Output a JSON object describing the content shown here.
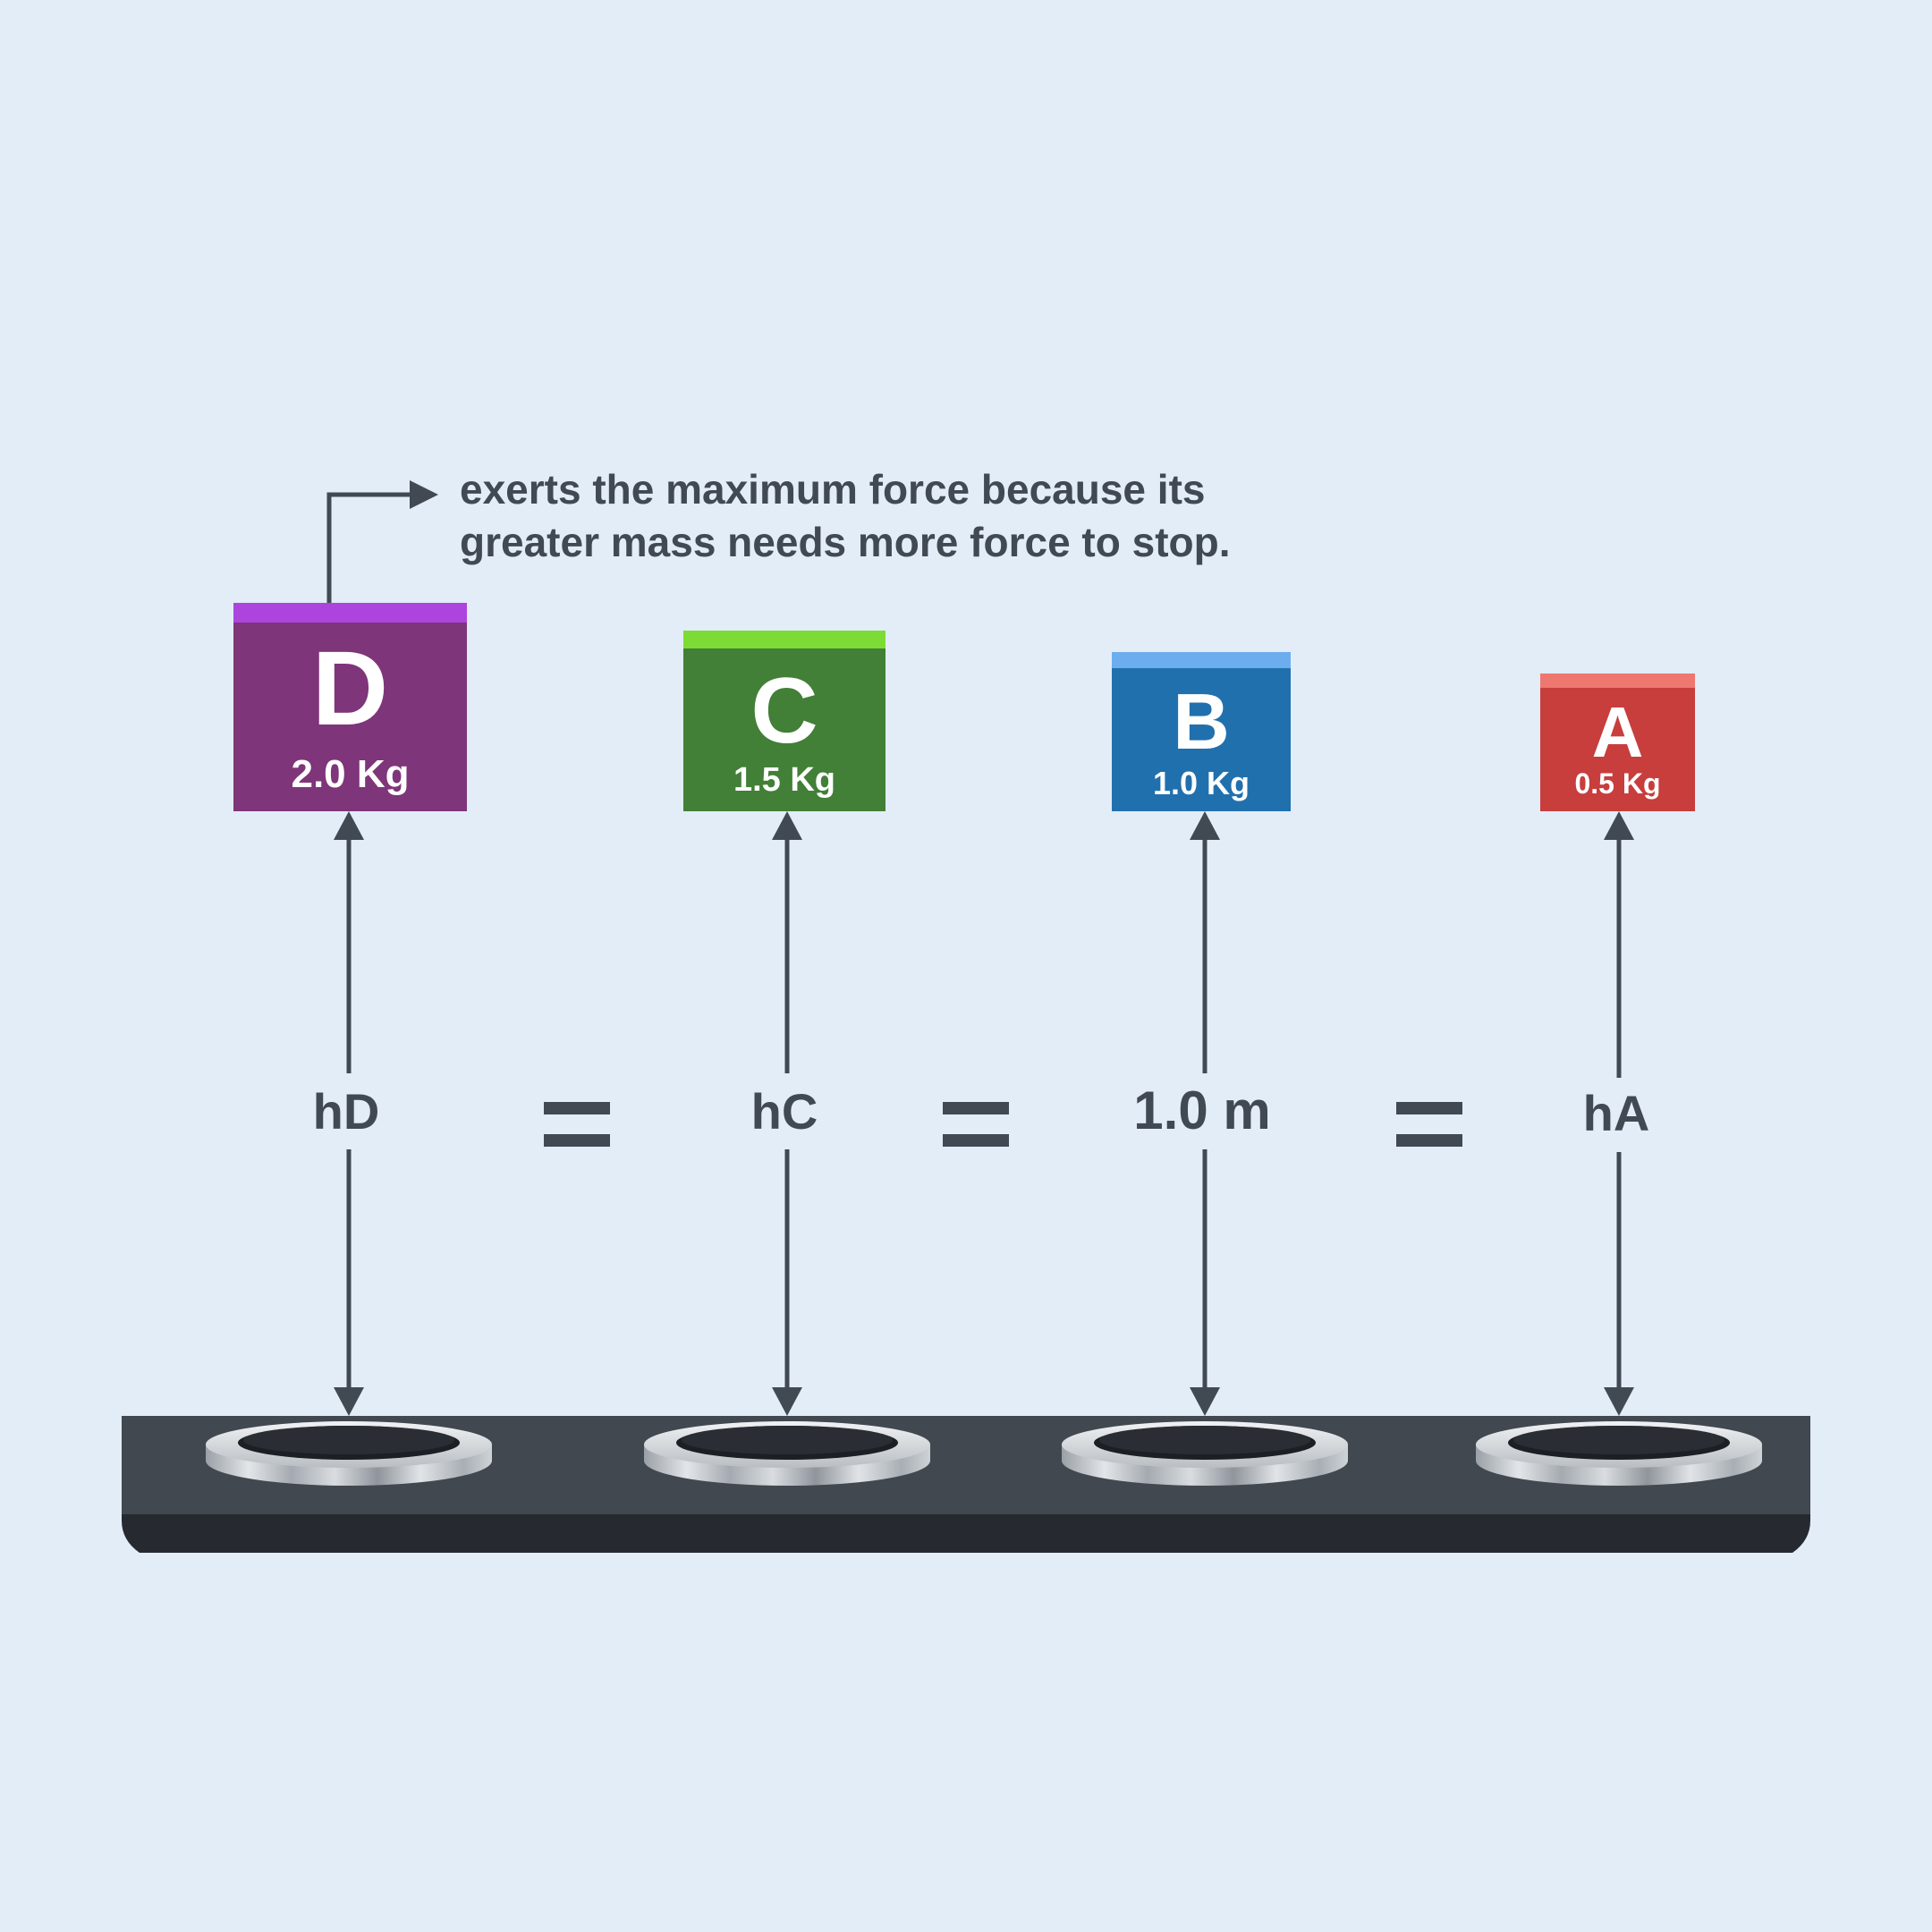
{
  "annotation": {
    "line1": "exerts the maximum force because its",
    "line2": "greater mass needs more force to stop."
  },
  "blocks": [
    {
      "id": "D",
      "letter": "D",
      "mass": "2.0 Kg",
      "height_label": "hD",
      "body_color": "#7e3579",
      "top_color": "#ad44de"
    },
    {
      "id": "C",
      "letter": "C",
      "mass": "1.5 Kg",
      "height_label": "hC",
      "body_color": "#427f37",
      "top_color": "#7cdc35"
    },
    {
      "id": "B",
      "letter": "B",
      "mass": "1.0 Kg",
      "height_label": "1.0 m",
      "body_color": "#2170ae",
      "top_color": "#6caeed"
    },
    {
      "id": "A",
      "letter": "A",
      "mass": "0.5 Kg",
      "height_label": "hA",
      "body_color": "#c73e3d",
      "top_color": "#ee7770"
    }
  ],
  "equals_sign": "=",
  "colors": {
    "background": "#e2edf8",
    "ink": "#414a53",
    "platform_top": "#414850",
    "platform_bottom": "#262a30",
    "plate_ring": "#c7ccd1",
    "plate_center": "#2a2e34"
  }
}
